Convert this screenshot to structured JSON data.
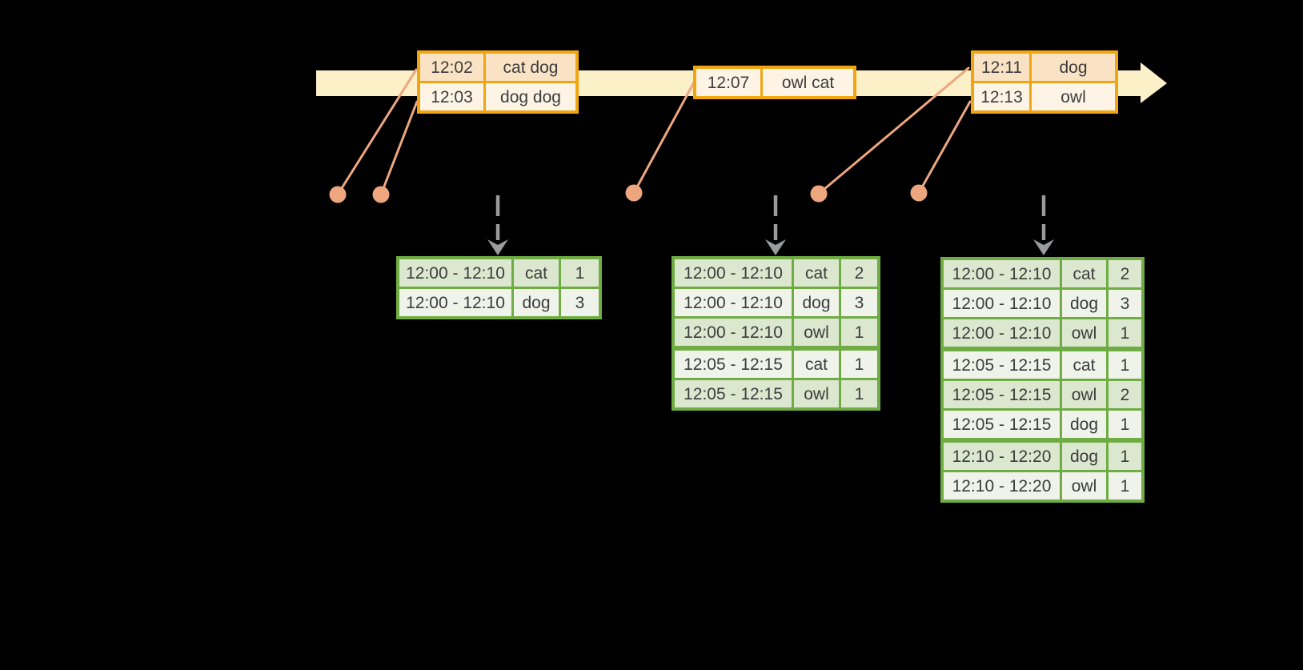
{
  "palette": {
    "background": "#000000",
    "timeline_fill": "#FCF0C9",
    "event_border": "#F0A511",
    "event_row_dark": "#FAE3C5",
    "event_row_light": "#FDF4E6",
    "connector": "#EDA67E",
    "result_border": "#6FAD44",
    "result_row_dark": "#DBE7CF",
    "result_row_light": "#EFF3EA",
    "trigger_arrow": "#9A9B9D",
    "text": "#3C3C3C"
  },
  "event_tables": [
    {
      "rows": [
        [
          "12:02",
          "cat dog"
        ],
        [
          "12:03",
          "dog dog"
        ]
      ]
    },
    {
      "rows": [
        [
          "12:07",
          "owl cat"
        ]
      ]
    },
    {
      "rows": [
        [
          "12:11",
          "dog"
        ],
        [
          "12:13",
          "owl"
        ]
      ]
    }
  ],
  "result_tables": [
    {
      "rows": [
        [
          "12:00 - 12:10",
          "cat",
          "1"
        ],
        [
          "12:00 - 12:10",
          "dog",
          "3"
        ]
      ],
      "group_starts": []
    },
    {
      "rows": [
        [
          "12:00 - 12:10",
          "cat",
          "2"
        ],
        [
          "12:00 - 12:10",
          "dog",
          "3"
        ],
        [
          "12:00 - 12:10",
          "owl",
          "1"
        ],
        [
          "12:05 - 12:15",
          "cat",
          "1"
        ],
        [
          "12:05 - 12:15",
          "owl",
          "1"
        ]
      ],
      "group_starts": [
        3
      ]
    },
    {
      "rows": [
        [
          "12:00 - 12:10",
          "cat",
          "2"
        ],
        [
          "12:00 - 12:10",
          "dog",
          "3"
        ],
        [
          "12:00 - 12:10",
          "owl",
          "1"
        ],
        [
          "12:05 - 12:15",
          "cat",
          "1"
        ],
        [
          "12:05 - 12:15",
          "owl",
          "2"
        ],
        [
          "12:05 - 12:15",
          "dog",
          "1"
        ],
        [
          "12:10 - 12:20",
          "dog",
          "1"
        ],
        [
          "12:10 - 12:20",
          "owl",
          "1"
        ]
      ],
      "group_starts": [
        3,
        6
      ]
    }
  ]
}
